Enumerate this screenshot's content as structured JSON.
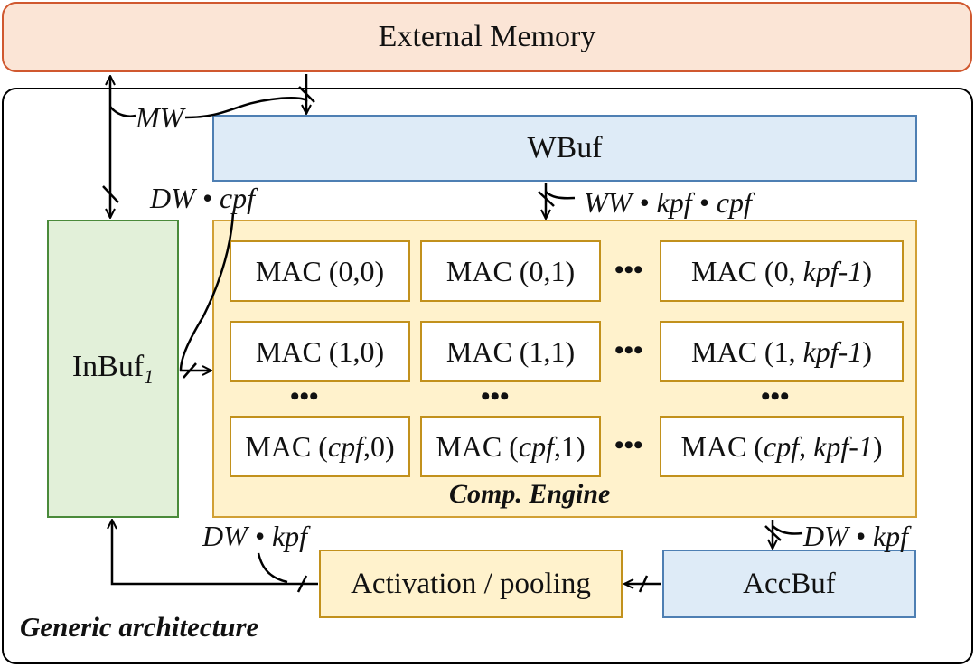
{
  "blocks": {
    "external_memory": "External Memory",
    "wbuf": "WBuf",
    "inbuf": "InBuf",
    "inbuf_sub": "1",
    "accbuf": "AccBuf",
    "activation": "Activation / pooling"
  },
  "comp_engine": {
    "title": "Comp. Engine",
    "rows": [
      [
        "MAC (0,0)",
        "MAC (0,1)",
        "MAC (0, kpf-1)"
      ],
      [
        "MAC (1,0)",
        "MAC (1,1)",
        "MAC (1, kpf-1)"
      ],
      [
        "MAC (cpf,0)",
        "MAC (cpf,1)",
        "MAC (cpf, kpf-1)"
      ]
    ],
    "ellipsis": "•••"
  },
  "labels": {
    "mw": "MW",
    "dw_cpf": "DW • cpf",
    "ww_kpf_cpf": "WW • kpf • cpf",
    "dw_kpf_left": "DW • kpf",
    "dw_kpf_right": "DW • kpf"
  },
  "caption": "Generic architecture",
  "colors": {
    "external_fill": "#fbe5d6",
    "external_border": "#d0582f",
    "buffer_fill": "#deebf7",
    "buffer_border": "#4e7fb3",
    "inbuf_fill": "#e2f0d9",
    "inbuf_border": "#4a8a3a",
    "engine_fill": "#fff2cc",
    "engine_border": "#c2911c"
  }
}
